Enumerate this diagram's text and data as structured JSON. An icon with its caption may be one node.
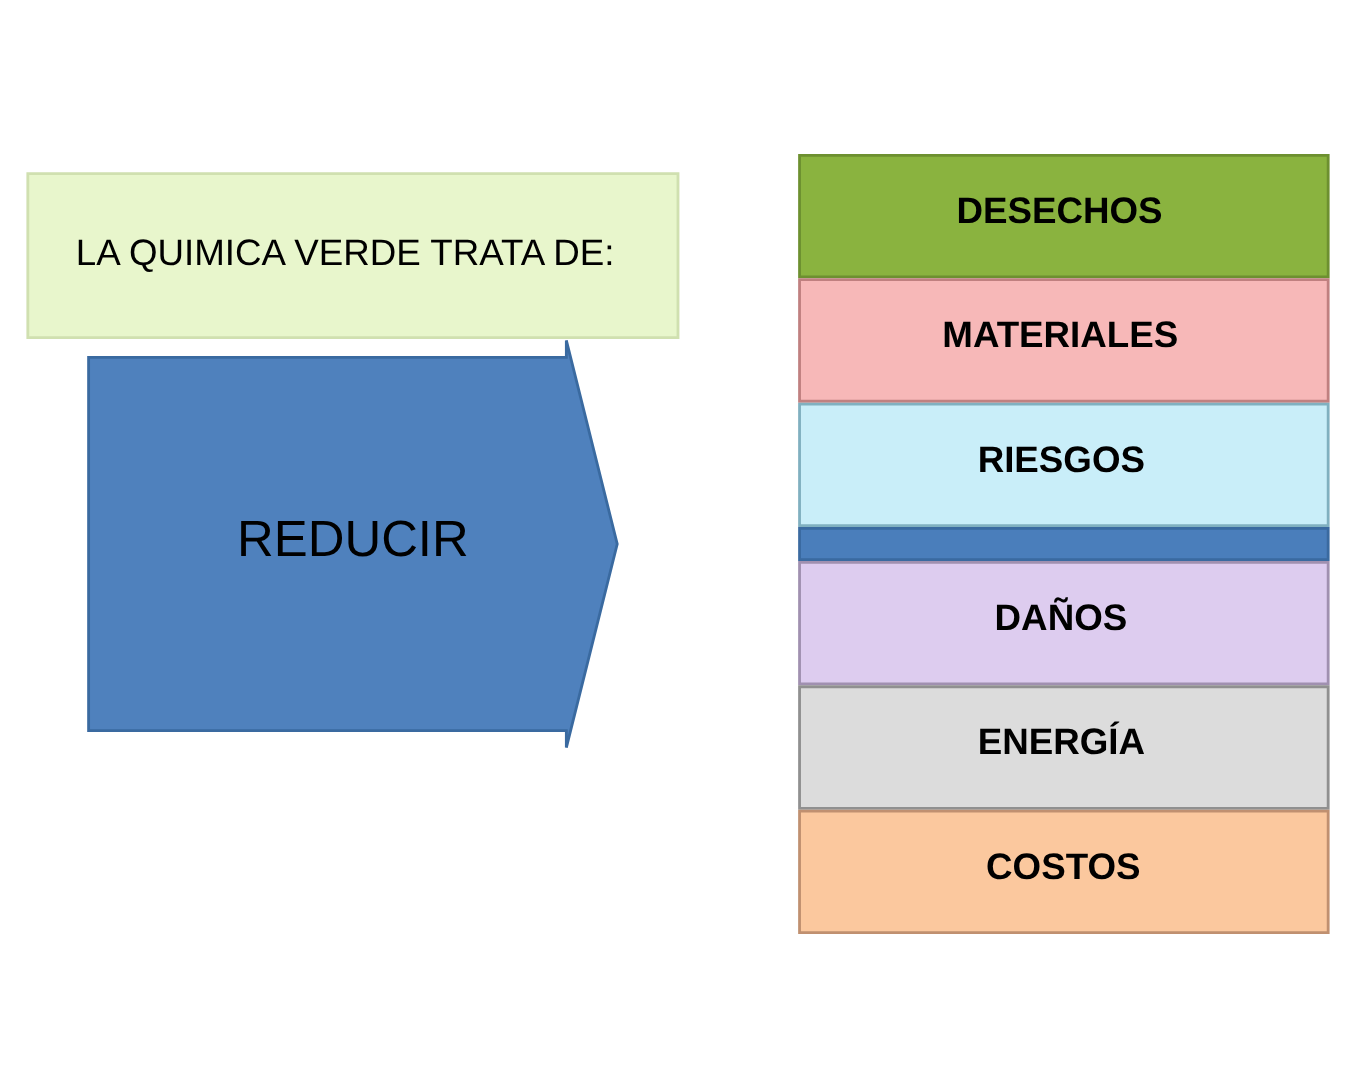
{
  "diagram": {
    "nodes": [
      {
        "text": [
          "LA QUIMICA VERDE TRATA DE:"
        ]
      },
      {
        "text": [
          "REDUCIR"
        ]
      },
      {
        "text": [
          "DESECHOS"
        ]
      },
      {
        "text": [
          "MATERIALES"
        ]
      },
      {
        "text": [
          "RIESGOS"
        ]
      },
      {
        "text": [],
        "shape": "bar"
      },
      {
        "text": [
          "DAÑOS"
        ]
      },
      {
        "text": [
          "ENERGÍA"
        ]
      },
      {
        "text": [
          "COSTOS"
        ]
      }
    ]
  }
}
